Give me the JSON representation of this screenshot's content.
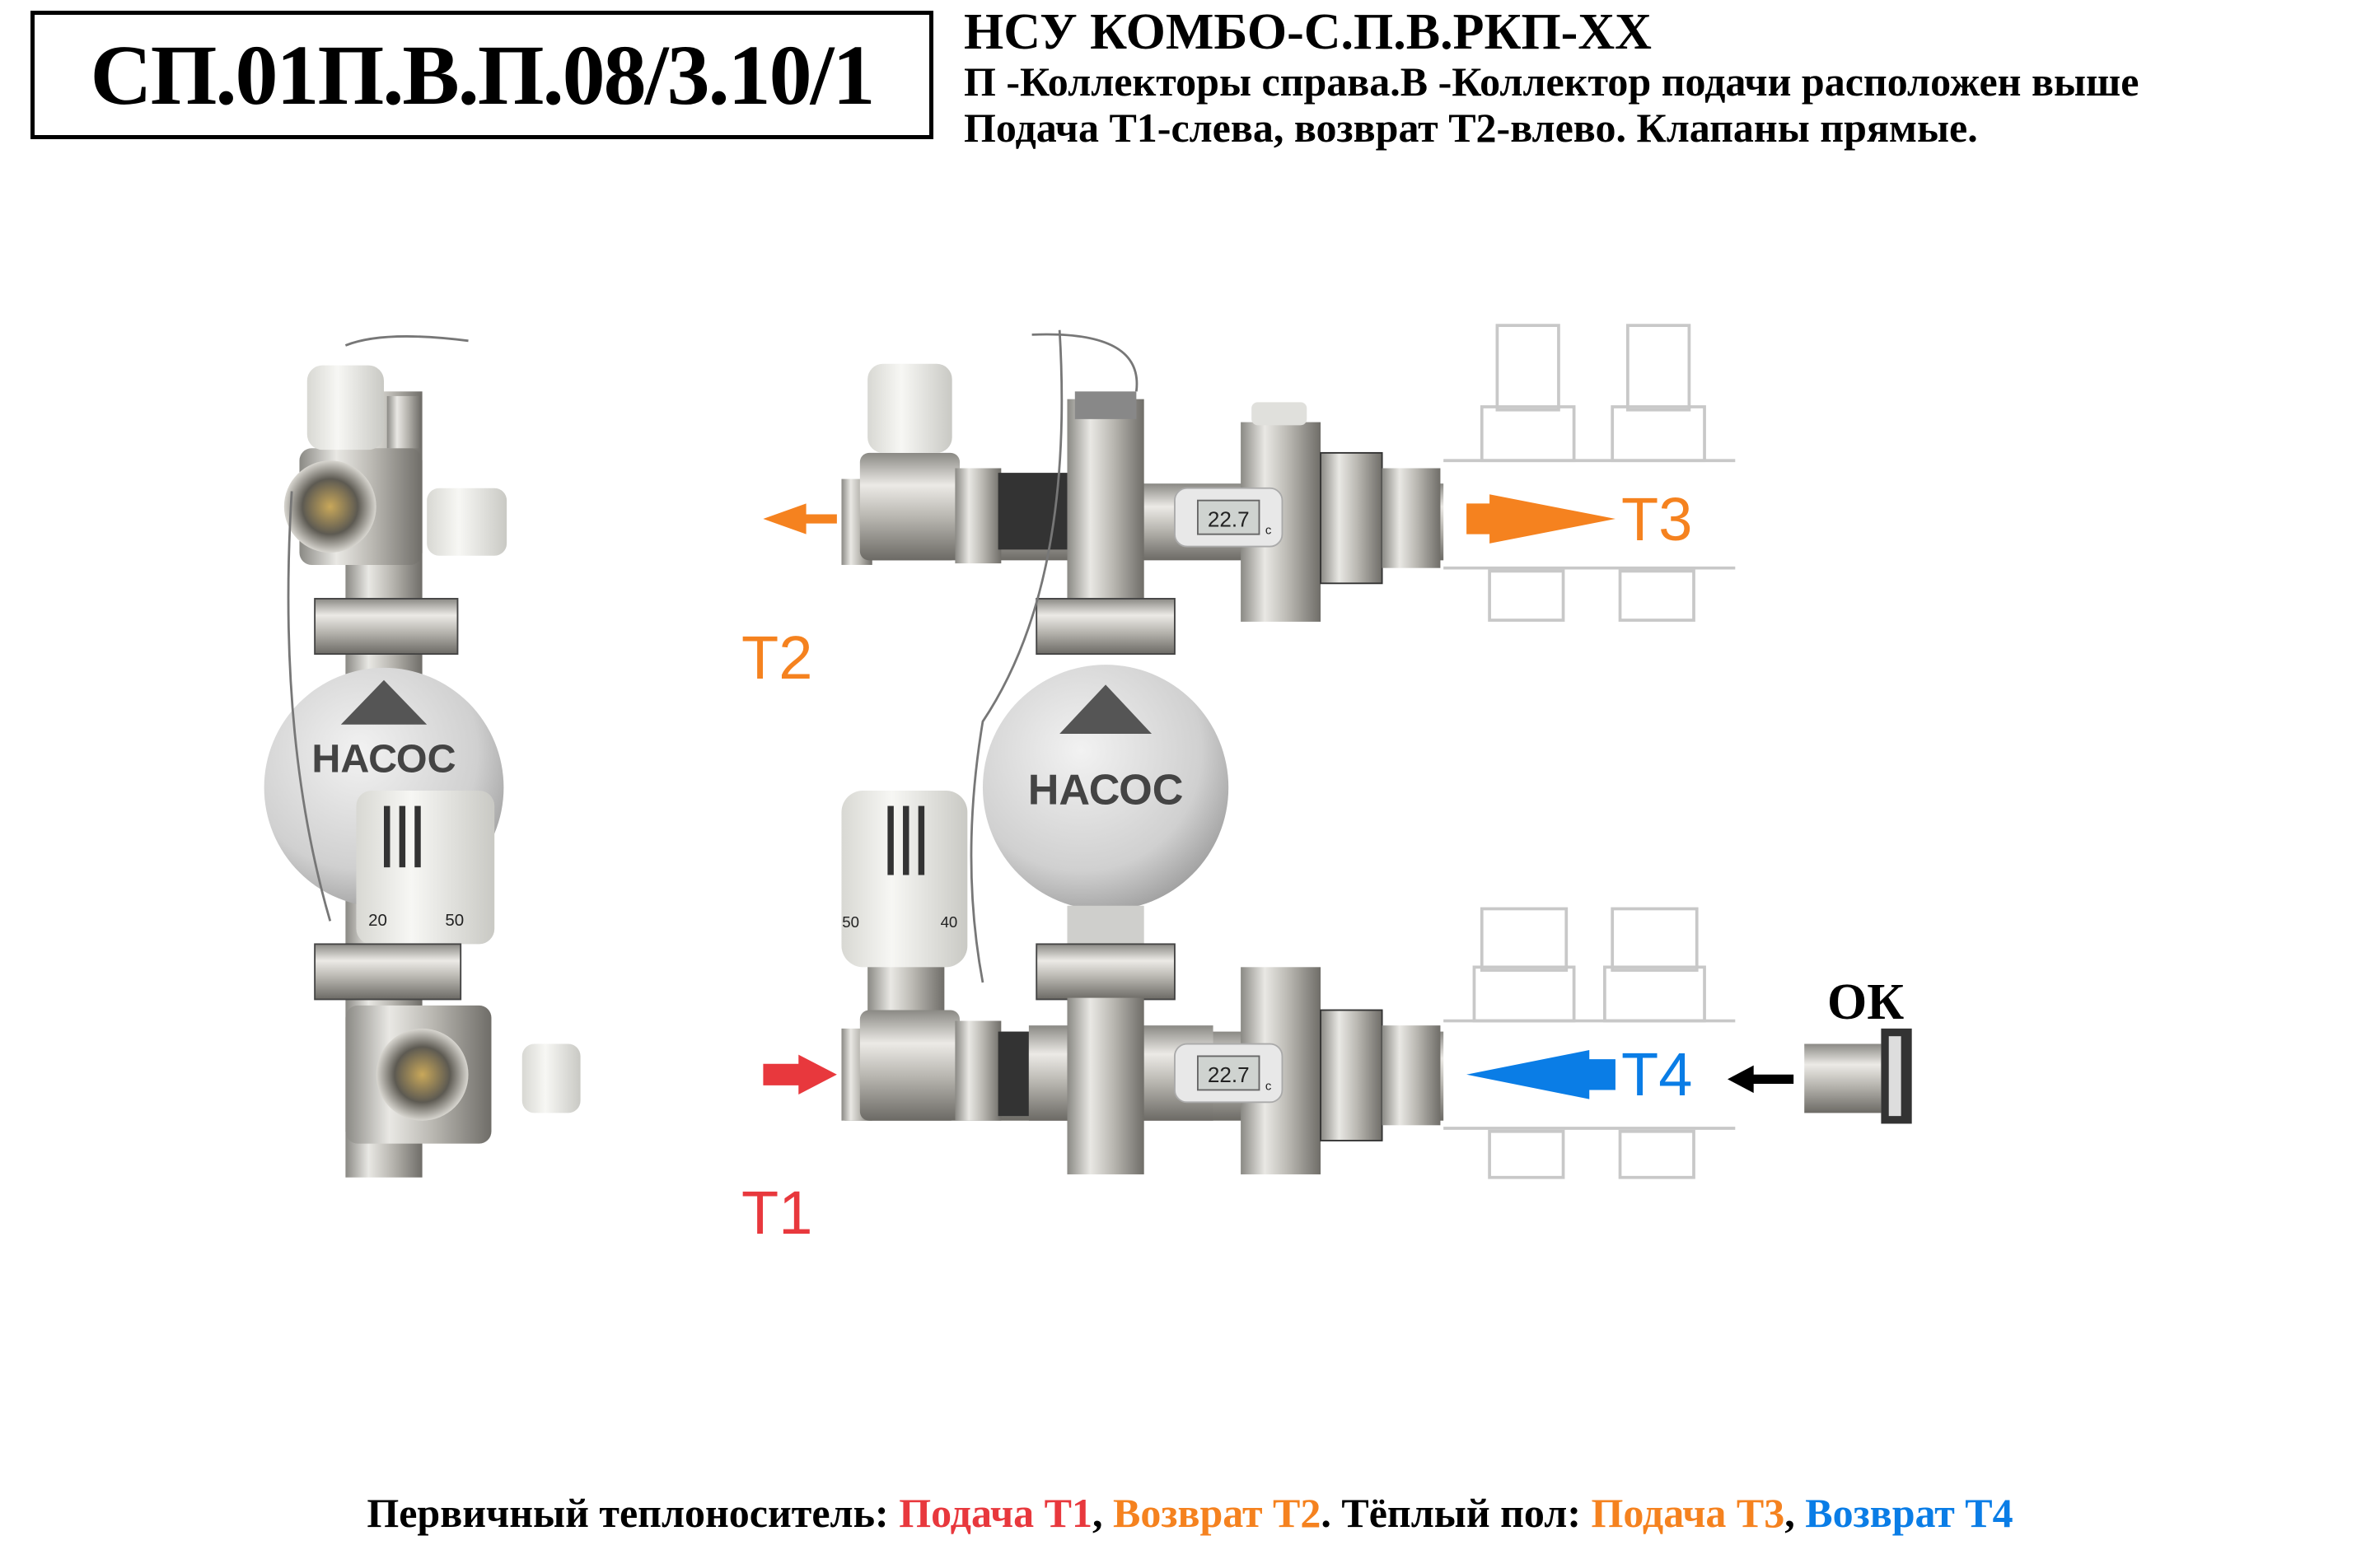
{
  "header": {
    "code": "СП.01П.В.П.08/3.10/1",
    "title": "НСУ КОМБО-С.П.В.РКП-XX",
    "line2": "П -Коллекторы справа.В -Коллектор подачи расположен выше",
    "line3": "Подача Т1-слева, возврат Т2-влево. Клапаны прямые."
  },
  "diagram": {
    "pump_label": "НАСОС",
    "thermometer_reading": "22.7",
    "thermometer_unit": "c",
    "left_head_scale": [
      "20",
      "50"
    ],
    "right_head_scale": [
      "50",
      "40"
    ],
    "ports": {
      "t1": "T1",
      "t2": "T2",
      "t3": "T3",
      "t4": "T4",
      "ok": "ОК"
    },
    "colors": {
      "supply_primary": "#e8383d",
      "return_primary": "#f5821f",
      "supply_floor": "#f5821f",
      "return_floor": "#0a7de6"
    }
  },
  "footer": {
    "prefix": "Первичный теплоноситель: ",
    "t1": "Подача Т1",
    "sep1": ", ",
    "t2": "Возврат Т2",
    "mid": ". Тёплый пол: ",
    "t3": "Подача Т3",
    "sep2": ", ",
    "t4": "Возврат Т4"
  }
}
